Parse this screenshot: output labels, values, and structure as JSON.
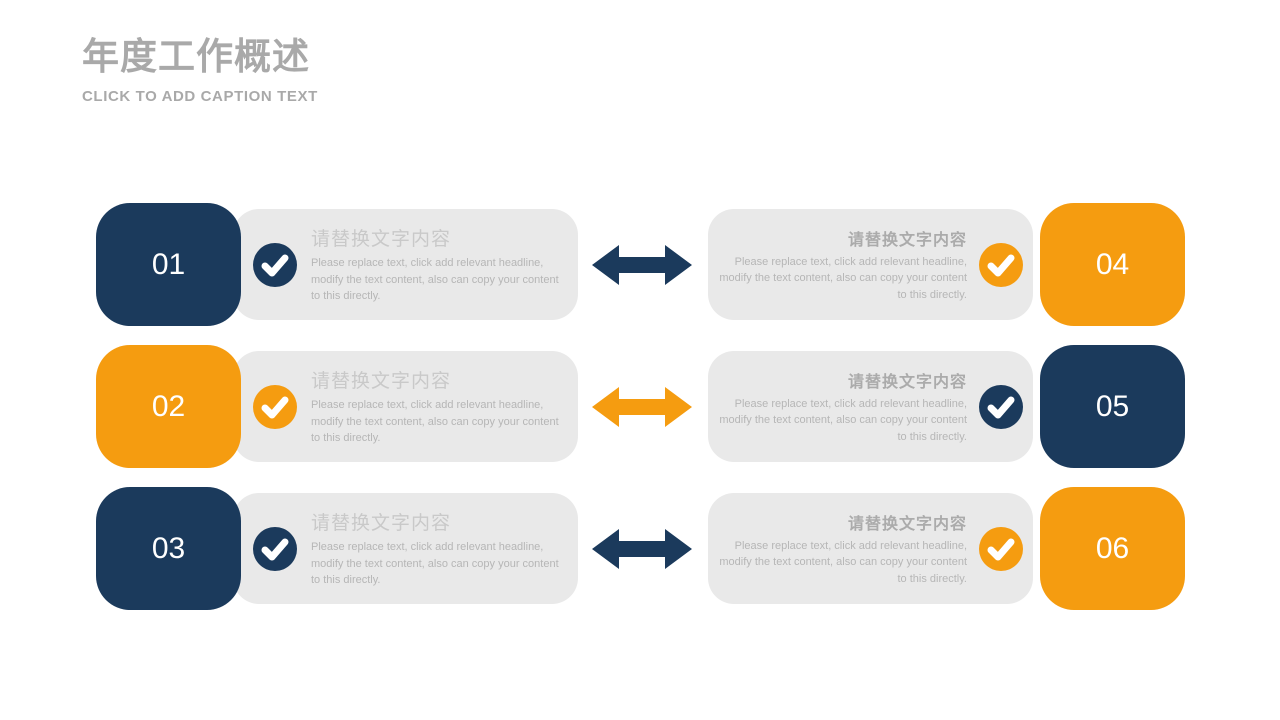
{
  "header": {
    "title": "年度工作概述",
    "subtitle": "CLICK TO ADD CAPTION TEXT"
  },
  "colors": {
    "navy": "#1B3A5C",
    "orange": "#F59C10",
    "card_bg": "#E9E9E9",
    "title_gray": "#A9A9A9",
    "heading_gray": "#C9C9C9",
    "heading_bold_gray": "#ABABAB",
    "body_gray": "#B6B6B6"
  },
  "items": [
    {
      "number": "01",
      "accent": "navy",
      "heading": "请替换文字内容",
      "body": "Please replace text, click add relevant headline, modify the text content, also can copy your content to this directly."
    },
    {
      "number": "02",
      "accent": "orange",
      "heading": "请替换文字内容",
      "body": "Please replace text, click add relevant headline, modify the text content, also can copy your content to this directly."
    },
    {
      "number": "03",
      "accent": "navy",
      "heading": "请替换文字内容",
      "body": "Please replace text, click add relevant headline, modify the text content, also can copy your content to this directly."
    },
    {
      "number": "04",
      "accent": "orange",
      "heading": "请替换文字内容",
      "body": "Please replace text, click add relevant headline, modify the text content, also can copy your content to this directly."
    },
    {
      "number": "05",
      "accent": "navy",
      "heading": "请替换文字内容",
      "body": "Please replace text, click add relevant headline, modify the text content, also can copy your content to this directly."
    },
    {
      "number": "06",
      "accent": "orange",
      "heading": "请替换文字内容",
      "body": "Please replace text, click add relevant headline, modify the text content, also can copy your content to this directly."
    }
  ],
  "arrows": [
    {
      "direction": "both",
      "color": "navy"
    },
    {
      "direction": "both",
      "color": "orange"
    },
    {
      "direction": "both",
      "color": "navy"
    }
  ]
}
